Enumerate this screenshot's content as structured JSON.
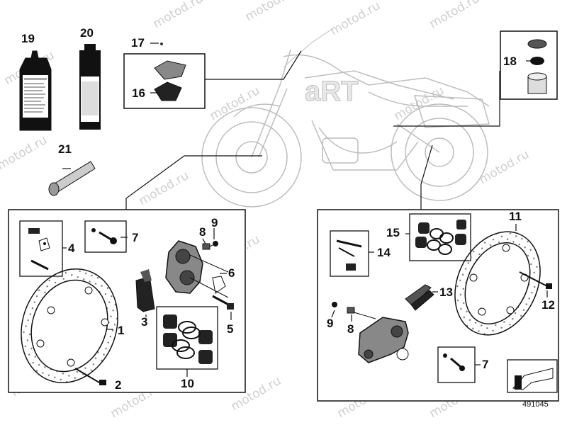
{
  "diagram": {
    "diagram_number": "491045",
    "watermark_text": "motod.ru",
    "logo_text": "aRT",
    "callouts": {
      "p1": "1",
      "p2": "2",
      "p3": "3",
      "p4": "4",
      "p5": "5",
      "p6": "6",
      "p7_front": "7",
      "p8_front": "8",
      "p9_front": "9",
      "p10": "10",
      "p11": "11",
      "p12": "12",
      "p13": "13",
      "p14": "14",
      "p15": "15",
      "p16": "16",
      "p17": "17",
      "p18": "18",
      "p19": "19",
      "p20": "20",
      "p21": "21",
      "p7_rear": "7",
      "p8_rear": "8",
      "p9_rear": "9"
    },
    "colors": {
      "line": "#111111",
      "watermark": "#cfcfcf",
      "background": "#ffffff",
      "bike": "#bdbdbd"
    }
  }
}
